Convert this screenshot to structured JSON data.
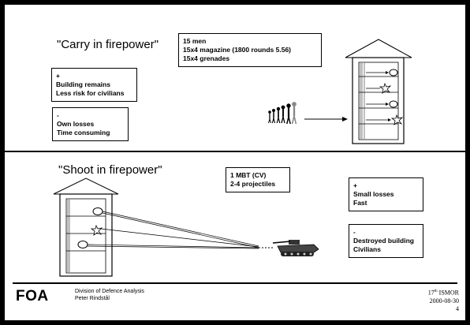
{
  "top": {
    "title": "\"Carry in firepower\"",
    "resources": [
      "15 men",
      "15x4 magazine (1800 rounds 5.56)",
      "15x4 grenades"
    ],
    "pros": {
      "sign": "+",
      "lines": [
        "Building remains",
        "Less risk for civilians"
      ]
    },
    "cons": {
      "sign": "-",
      "lines": [
        "Own losses",
        "Time consuming"
      ]
    }
  },
  "bottom": {
    "title": "\"Shoot in firepower\"",
    "resources": [
      "1 MBT (CV)",
      "2-4 projectiles"
    ],
    "pros": {
      "sign": "+",
      "lines": [
        "Small losses",
        "Fast"
      ]
    },
    "cons": {
      "sign": "-",
      "lines": [
        "Destroyed building",
        "Civilians"
      ]
    }
  },
  "footer": {
    "logo": "FOA",
    "org": "Division of Defence Analysis",
    "author": "Peter Rindstål",
    "conf_number": "17",
    "conf_suffix": "th",
    "conf_name": " ISMOR",
    "date": "2000-08-30",
    "page": "4"
  }
}
